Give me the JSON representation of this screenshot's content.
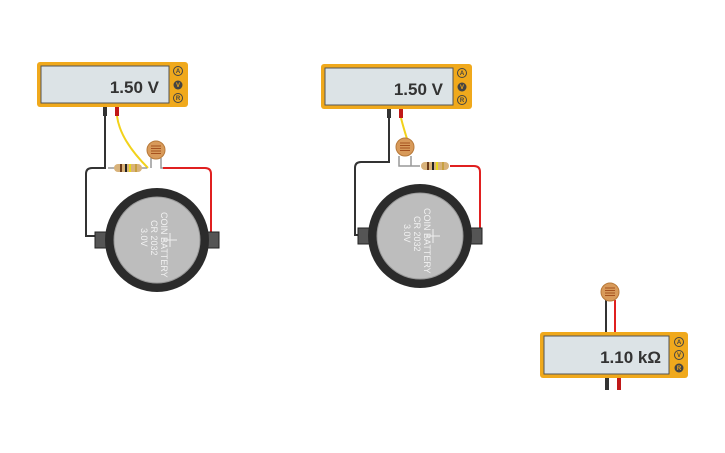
{
  "colors": {
    "meter_body": "#f0a91c",
    "display": "#dce3e6",
    "wire_black": "#333333",
    "wire_red": "#e02020",
    "wire_yellow": "#f2d21b",
    "battery": "#2b2b2b"
  },
  "meters": [
    {
      "reading": "1.50 V",
      "mode": "V",
      "buttons": [
        "A",
        "V",
        "R"
      ]
    },
    {
      "reading": "1.50 V",
      "mode": "V",
      "buttons": [
        "A",
        "V",
        "R"
      ]
    },
    {
      "reading": "1.10 kΩ",
      "mode": "R",
      "buttons": [
        "A",
        "V",
        "R"
      ]
    }
  ],
  "batteries": [
    {
      "line1": "COIN BATTERY",
      "line2": "CR 2032",
      "line3": "3.0V"
    },
    {
      "line1": "COIN BATTERY",
      "line2": "CR 2032",
      "line3": "3.0V"
    }
  ]
}
